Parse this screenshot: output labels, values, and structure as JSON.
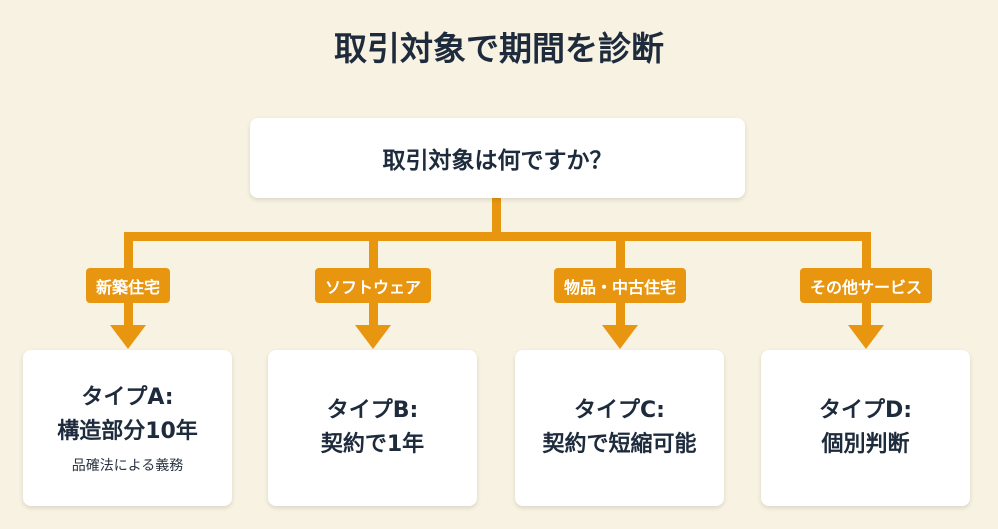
{
  "title": "取引対象で期間を診断",
  "question": "取引対象は何ですか？",
  "branches": [
    {
      "label": "新築住宅",
      "type": "タイプA:",
      "result": "構造部分10年",
      "note": "品確法による義務"
    },
    {
      "label": "ソフトウェア",
      "type": "タイプB:",
      "result": "契約で1年"
    },
    {
      "label": "物品・中古住宅",
      "type": "タイプC:",
      "result": "契約で短縮可能"
    },
    {
      "label": "その他サービス",
      "type": "タイプD:",
      "result": "個別判断"
    }
  ],
  "colors": {
    "accent": "#e8960f",
    "background": "#f8f2e2",
    "text": "#1e2b3c"
  }
}
